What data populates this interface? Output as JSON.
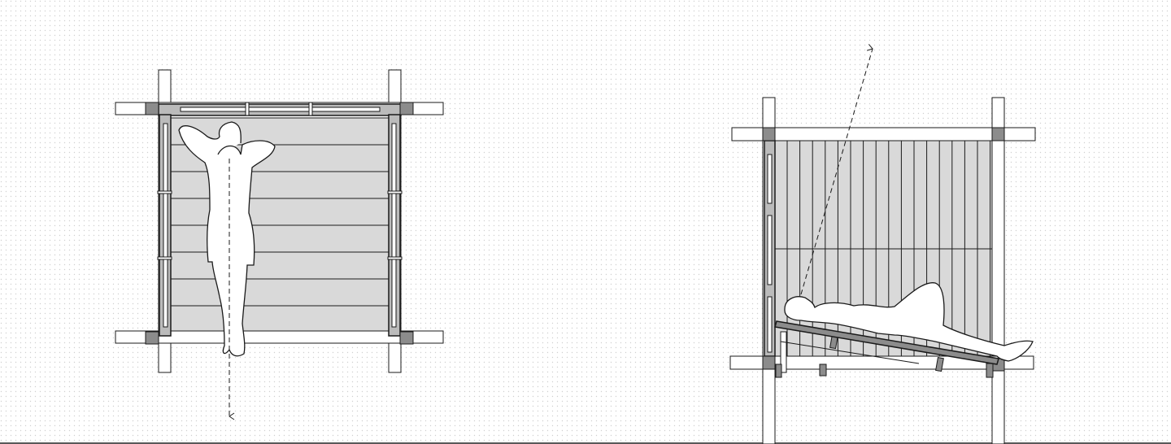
{
  "drawing": {
    "views": [
      {
        "id": "plan",
        "figure": "person-lying-hands-behind-head",
        "sightline": "down"
      },
      {
        "id": "section",
        "figure": "person-reclining-on-tilted-bench",
        "sightline": "up-diagonal"
      }
    ],
    "colors": {
      "background": "#ffffff",
      "dot_pattern": "#d4d4d4",
      "panel_fill": "#d9d9d9",
      "joint_fill": "#8c8c8c",
      "line": "#1a1a1a"
    }
  }
}
